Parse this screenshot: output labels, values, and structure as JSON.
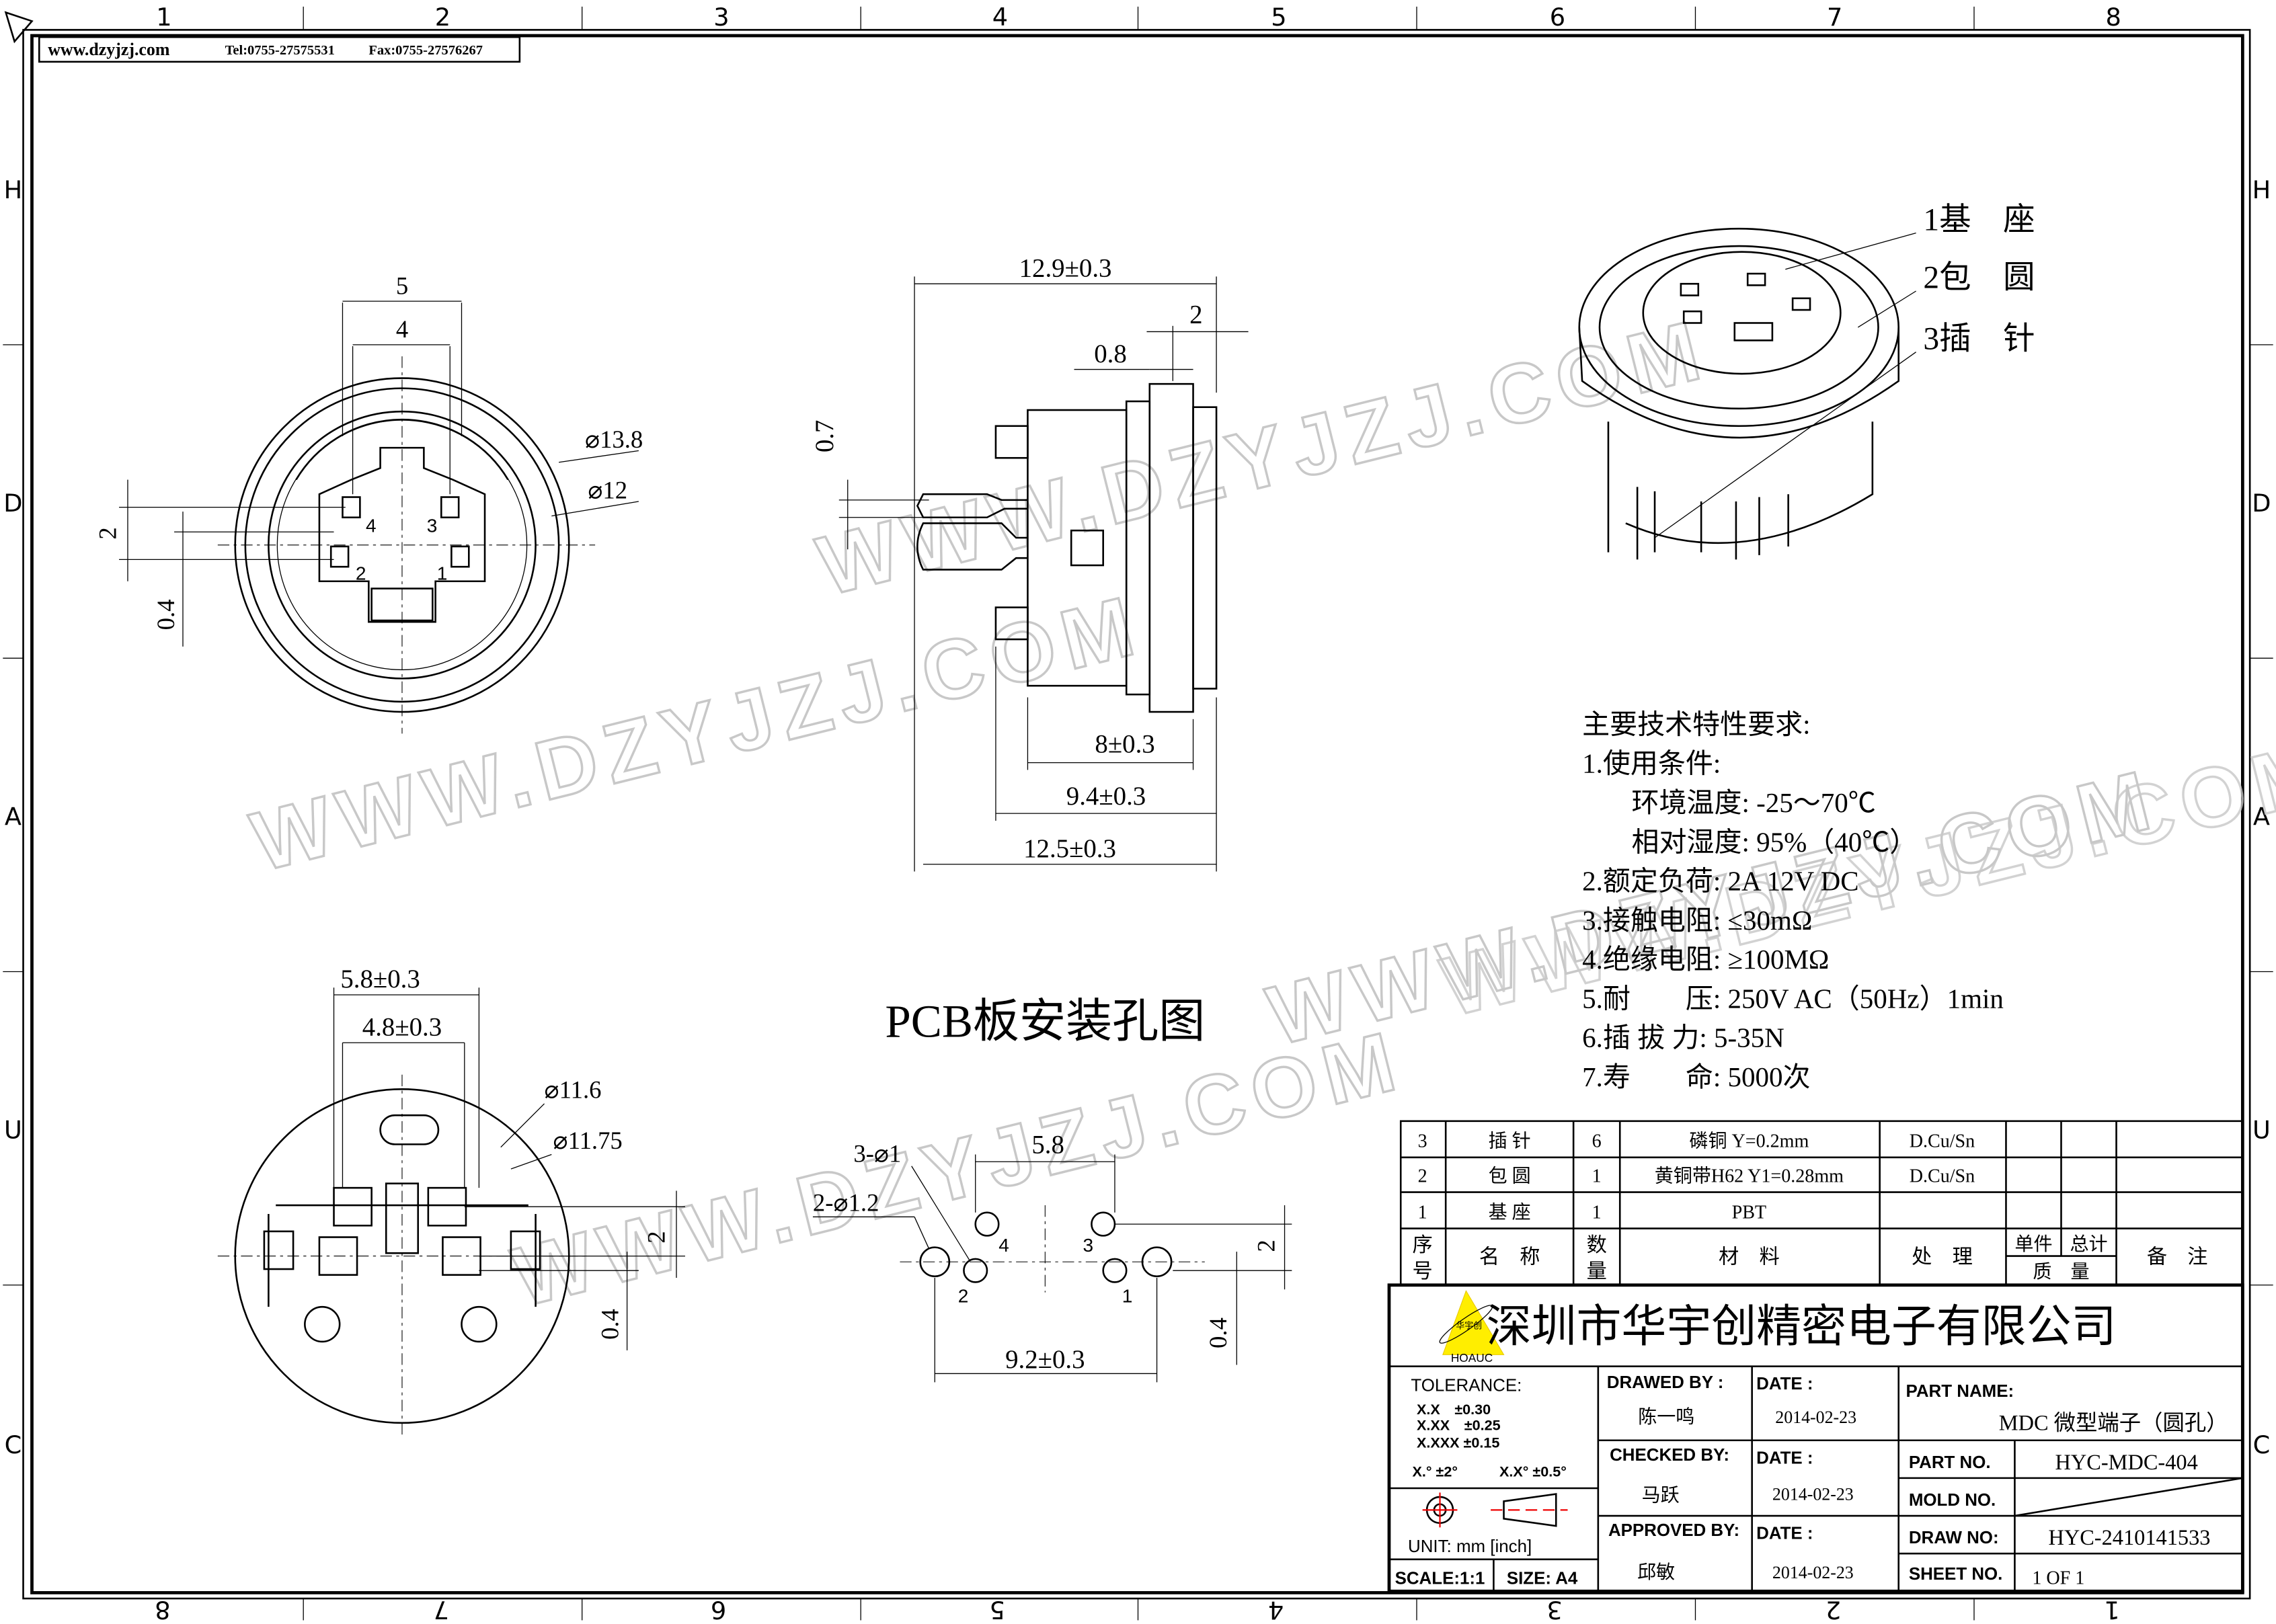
{
  "header": {
    "website": "www.dzyjzj.com",
    "tel": "Tel:0755-27575531",
    "fax": "Fax:0755-27576267"
  },
  "zones": {
    "top": [
      "1",
      "2",
      "3",
      "4",
      "5",
      "6",
      "7",
      "8"
    ],
    "bottom": [
      "8",
      "7",
      "6",
      "5",
      "4",
      "3",
      "2",
      "1"
    ],
    "sides": [
      "H",
      "D",
      "A",
      "U",
      "C"
    ]
  },
  "watermark": "WWW.DZYJZJ.COM",
  "front_view": {
    "dim_5": "5",
    "dim_4": "4",
    "dia_13_8": "⌀13.8",
    "dia_12": "⌀12",
    "dim_2": "2",
    "dim_0_4": "0.4",
    "pins": [
      "4",
      "3",
      "2",
      "1"
    ]
  },
  "side_view": {
    "dim_12_9": "12.9±0.3",
    "dim_2": "2",
    "dim_0_8": "0.8",
    "dim_0_7": "0.7",
    "dim_8": "8±0.3",
    "dim_9_4": "9.4±0.3",
    "dim_12_5": "12.5±0.3"
  },
  "iso_view": {
    "callouts": [
      "1基　座",
      "2包　圆",
      "3插　针"
    ]
  },
  "specs": {
    "title": "主要技术特性要求:",
    "lines": [
      "1.使用条件:",
      "环境温度: -25～70℃",
      "相对湿度: 95%（40℃）",
      "2.额定负荷: 2A 12V DC",
      "3.接触电阻: ≤30mΩ",
      "4.绝缘电阻: ≥100MΩ",
      "5.耐　　压: 250V AC（50Hz）1min",
      "6.插 拔 力: 5-35N",
      "7.寿　　命: 5000次"
    ]
  },
  "pcb": {
    "title": "PCB板安装孔图",
    "dim_5_8": "5.8",
    "hole_3": "3-⌀1",
    "hole_2": "2-⌀1.2",
    "dim_2": "2",
    "dim_0_4": "0.4",
    "dim_9_2": "9.2±0.3",
    "pins": [
      "4",
      "3",
      "2",
      "1"
    ]
  },
  "bottom_view": {
    "dim_5_8": "5.8±0.3",
    "dim_4_8": "4.8±0.3",
    "dia_11_6": "⌀11.6",
    "dia_11_75": "⌀11.75",
    "dim_2": "2",
    "dim_0_4": "0.4"
  },
  "bom": {
    "rows": [
      {
        "no": "3",
        "name": "插 针",
        "qty": "6",
        "material": "磷铜 Y=0.2mm",
        "treatment": "D.Cu/Sn"
      },
      {
        "no": "2",
        "name": "包 圆",
        "qty": "1",
        "material": "黄铜带H62 Y1=0.28mm",
        "treatment": "D.Cu/Sn"
      },
      {
        "no": "1",
        "name": "基 座",
        "qty": "1",
        "material": "PBT",
        "treatment": ""
      }
    ],
    "headers": {
      "no_a": "序",
      "no_b": "号",
      "name": "名　称",
      "qty_a": "数",
      "qty_b": "量",
      "material": "材　料",
      "treatment": "处　理",
      "unit": "单件",
      "total": "总计",
      "mass": "质　量",
      "remark": "备　注"
    }
  },
  "title_block": {
    "logo_text": "华宇创",
    "logo_brand": "HOAUC",
    "company": "深圳市华宇创精密电子有限公司",
    "tolerance_label": "TOLERANCE:",
    "tolerances": [
      "X.X　±0.30",
      "X.XX　±0.25",
      "X.XXX ±0.15"
    ],
    "angle_tol_1": "X.° ±2°",
    "angle_tol_2": "X.X° ±0.5°",
    "unit": "UNIT:  mm  [inch]",
    "scale": "SCALE:1:1",
    "size": "SIZE:  A4",
    "drawn_by_label": "DRAWED BY :",
    "drawn_by": "陈一鸣",
    "checked_by_label": "CHECKED BY:",
    "checked_by": "马跃",
    "approved_by_label": "APPROVED BY:",
    "approved_by": "邱敏",
    "date_label": "DATE :",
    "date_drawn": "2014-02-23",
    "date_checked": "2014-02-23",
    "date_approved": "2014-02-23",
    "part_name_label": "PART NAME:",
    "part_name": "MDC 微型端子（圆孔）",
    "part_no_label": "PART NO.",
    "part_no": "HYC-MDC-404",
    "mold_no_label": "MOLD NO.",
    "draw_no_label": "DRAW NO:",
    "draw_no": "HYC-2410141533",
    "sheet_no_label": "SHEET NO.",
    "sheet_no": "1 OF 1"
  }
}
